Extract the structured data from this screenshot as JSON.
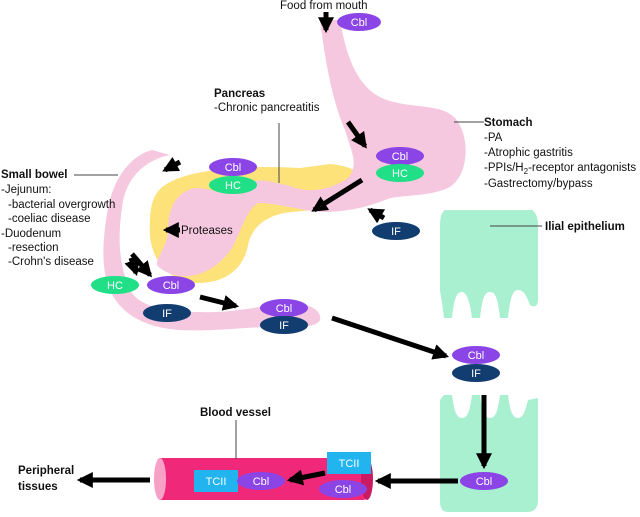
{
  "labels": {
    "food": "Food from mouth",
    "pancreas_title": "Pancreas",
    "pancreas_1": "-Chronic pancreatitis",
    "stomach_title": "Stomach",
    "stomach_1": "-PA",
    "stomach_2": "-Atrophic gastritis",
    "stomach_3_a": "-PPIs/H",
    "stomach_3_sub": "2",
    "stomach_3_b": "-receptor antagonists",
    "stomach_4": "-Gastrectomy/bypass",
    "sb_title": "Small bowel",
    "sb_1": "-Jejunum:",
    "sb_2": "-bacterial overgrowth",
    "sb_3": "-coeliac disease",
    "sb_4": "-Duodenum",
    "sb_5": "-resection",
    "sb_6": "-Crohn's disease",
    "proteases": "Proteases",
    "ileal": "Ilial epithelium",
    "blood_vessel": "Blood vessel",
    "peripheral_1": "Peripheral",
    "peripheral_2": "tissues"
  },
  "molecules": {
    "cbl": "Cbl",
    "hc": "HC",
    "if": "IF",
    "tcii": "TCII"
  },
  "colors": {
    "cbl": "#8b45e6",
    "hc": "#21df86",
    "if": "#123d70",
    "tcii": "#21b4ee",
    "gut": "#f6c8df",
    "pancreas": "#fde27a",
    "epithelium": "#a9f0d1",
    "vessel": "#f0287a"
  }
}
